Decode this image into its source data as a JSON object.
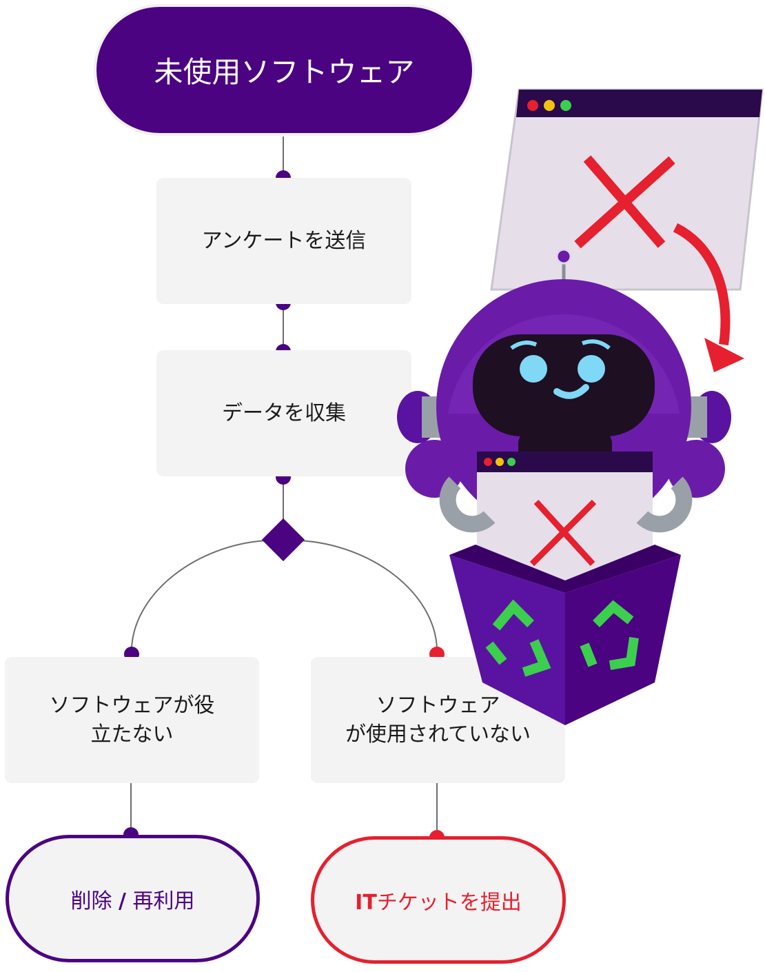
{
  "colors": {
    "purple": "#4b0382",
    "red": "#e6202e",
    "box_bg": "#f3f3f4",
    "line": "#6d6d6d"
  },
  "start": {
    "label": "未使用ソフトウェア"
  },
  "steps": [
    {
      "label": "アンケートを送信"
    },
    {
      "label": "データを収集"
    }
  ],
  "branches": [
    {
      "condition": "ソフトウェアが役\n立たない",
      "result": {
        "prefix": "削除 ",
        "separator": "/",
        "suffix": " 再利用"
      }
    },
    {
      "condition": "ソフトウェア\nが使用されていない",
      "result": {
        "prefix": "IT",
        "suffix": "チケットを提出"
      }
    }
  ],
  "illustration": {
    "subject": "robot-with-recycle-bin",
    "icons": [
      "close-icon",
      "recycle-icon",
      "arrow-icon"
    ]
  }
}
